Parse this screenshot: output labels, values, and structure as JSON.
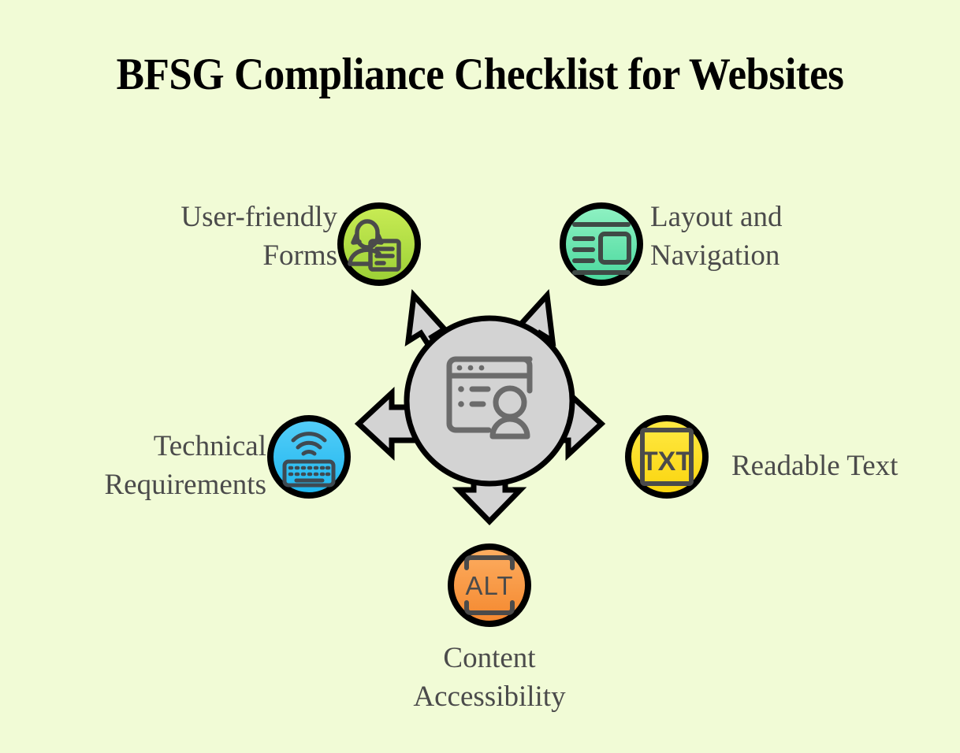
{
  "title": "BFSG Compliance Checklist for Websites",
  "background_color": "#f1fbd6",
  "hub": {
    "icon": "browser-window-user-icon",
    "fill": "#d3d3d3",
    "stroke": "#000000"
  },
  "arrows": {
    "fill": "#d3d3d3",
    "stroke": "#000000",
    "directions": [
      "up-left",
      "up-right",
      "left",
      "right",
      "down"
    ]
  },
  "nodes": [
    {
      "id": "user-friendly-forms",
      "label": "User-friendly\nForms",
      "icon": "person-form-icon",
      "color_top": "#c6e84f",
      "color_bottom": "#9ed13a",
      "position": "top-left"
    },
    {
      "id": "layout-and-navigation",
      "label": "Layout and\nNavigation",
      "icon": "layout-blocks-icon",
      "color_top": "#8cf0c0",
      "color_bottom": "#4ddba0",
      "position": "top-right"
    },
    {
      "id": "technical-requirements",
      "label": "Technical\nRequirements",
      "icon": "wifi-keyboard-icon",
      "color_top": "#52cdf7",
      "color_bottom": "#22b8f0",
      "position": "left"
    },
    {
      "id": "readable-text",
      "label": "Readable Text",
      "icon": "txt-box-icon",
      "color_top": "#ffe73d",
      "color_bottom": "#fbd611",
      "position": "right"
    },
    {
      "id": "content-accessibility",
      "label": "Content\nAccessibility",
      "icon": "alt-bracket-icon",
      "color_top": "#fca95c",
      "color_bottom": "#f58a32",
      "position": "bottom"
    }
  ],
  "icon_stroke_color": "#4b4b4b",
  "label_color": "#4b4b4b"
}
